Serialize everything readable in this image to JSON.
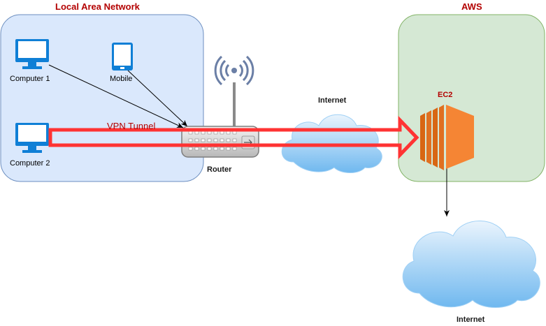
{
  "groups": {
    "lan": {
      "title": "Local Area Network"
    },
    "aws": {
      "title": "AWS"
    }
  },
  "devices": {
    "computer1": "Computer 1",
    "mobile": "Mobile",
    "computer2": "Computer 2",
    "router": "Router",
    "ec2": "EC2",
    "internet_top": "Internet",
    "internet_bottom": "Internet"
  },
  "links": {
    "vpn_tunnel": "VPN Tunnel"
  },
  "colors": {
    "lan_fill": "#dae8fc",
    "lan_stroke": "#6c8ebf",
    "aws_fill": "#d5e8d4",
    "aws_stroke": "#82b366",
    "device_blue": "#0f7fd6",
    "title_red": "#b30000",
    "tunnel_red": "#ff3333",
    "ec2_orange": "#f58534"
  }
}
